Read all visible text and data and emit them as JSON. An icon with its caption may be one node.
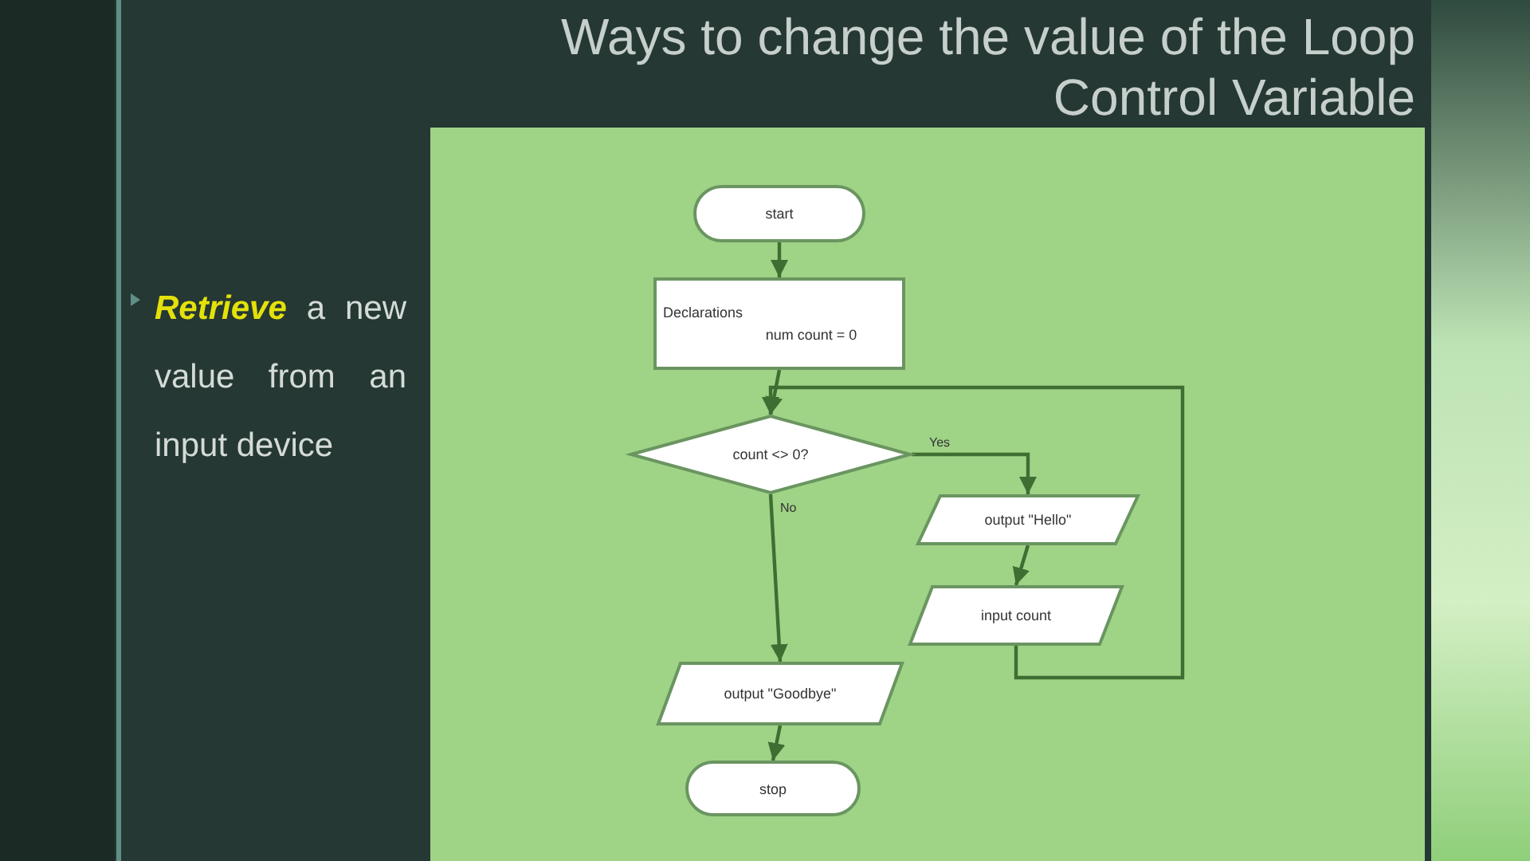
{
  "diagram": {
    "title": "Ways to change the value of the Loop Control Variable",
    "nodes": [
      {
        "text": [
          "start"
        ]
      },
      {
        "text": [
          "Declarations",
          "num count = 0"
        ]
      },
      {
        "text": [
          "count <> 0?"
        ]
      },
      {
        "text": [
          "output \"Hello\""
        ]
      },
      {
        "text": [
          "input count"
        ]
      },
      {
        "text": [
          "output \"Goodbye\""
        ]
      },
      {
        "text": [
          "stop"
        ]
      }
    ],
    "edges": [
      {
        "from": 0,
        "to": 1,
        "arrow": "to"
      },
      {
        "from": 1,
        "to": 2,
        "arrow": "to"
      },
      {
        "from": 2,
        "to": 3,
        "arrow": "to",
        "label": "Yes"
      },
      {
        "from": 3,
        "to": 4,
        "arrow": "to"
      },
      {
        "from": 4,
        "to": 2,
        "arrow": "to"
      },
      {
        "from": 2,
        "to": 5,
        "arrow": "to",
        "label": "No"
      },
      {
        "from": 5,
        "to": 6,
        "arrow": "to"
      }
    ],
    "labels": [
      "**Retrieve** a new value from an input device"
    ]
  }
}
